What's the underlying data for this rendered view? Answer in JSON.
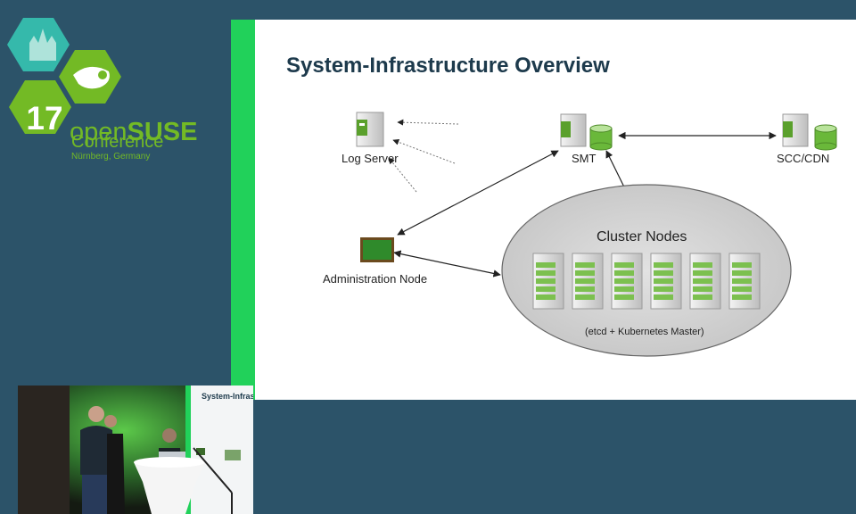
{
  "conference": {
    "edition": "17",
    "brand_prefix": "open",
    "brand_suffix": "SUSE",
    "subtitle": "Conference",
    "location": "Nürnberg, Germany"
  },
  "slide": {
    "title": "System-Infrastructure Overview",
    "nodes": {
      "log_server": "Log Server",
      "smt": "SMT",
      "scc": "SCC/CDN",
      "admin": "Administration Node",
      "cluster_title": "Cluster Nodes",
      "cluster_caption": "(etcd + Kubernetes Master)"
    }
  },
  "video": {
    "screen_title": "System-Infrastr"
  },
  "colors": {
    "background": "#2c5369",
    "accent_green": "#21d15a",
    "suse_green": "#73ba25",
    "title_navy": "#1d3a4c"
  }
}
